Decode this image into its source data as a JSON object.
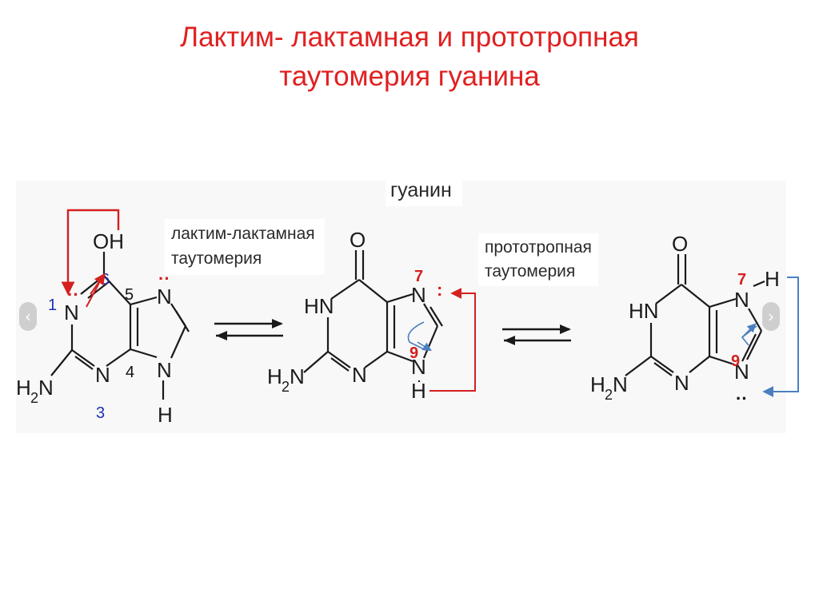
{
  "title": {
    "line1": "Лактим- лактамная и прототропная",
    "line2": "таутомерия гуанина"
  },
  "figure": {
    "heading": "гуанин",
    "label_lactim_1": "лактим-лактамная",
    "label_lactim_2": "таутомерия",
    "label_proto_1": "прототропная",
    "label_proto_2": "таутомерия",
    "nav_left_icon": "chevron-left-icon",
    "nav_right_icon": "chevron-right-icon",
    "nav_left_glyph": "‹",
    "nav_right_glyph": "›"
  },
  "atoms": {
    "O": "O",
    "OH": "OH",
    "N": "N",
    "H": "H",
    "HN": "HN",
    "H2N_H": "H",
    "H2N_2": "2",
    "H2N_N": "N",
    "lone_pair": "··",
    "colon": ":"
  },
  "numbering": {
    "n1": "1",
    "n3": "3",
    "n4": "4",
    "n5": "5",
    "n6": "6",
    "n7": "7",
    "n9": "9"
  },
  "colors": {
    "title": "#e02020",
    "red_arrow": "#d42020",
    "blue_arrow": "#4a7fc0",
    "numbering_blue": "#1f2fb0"
  }
}
